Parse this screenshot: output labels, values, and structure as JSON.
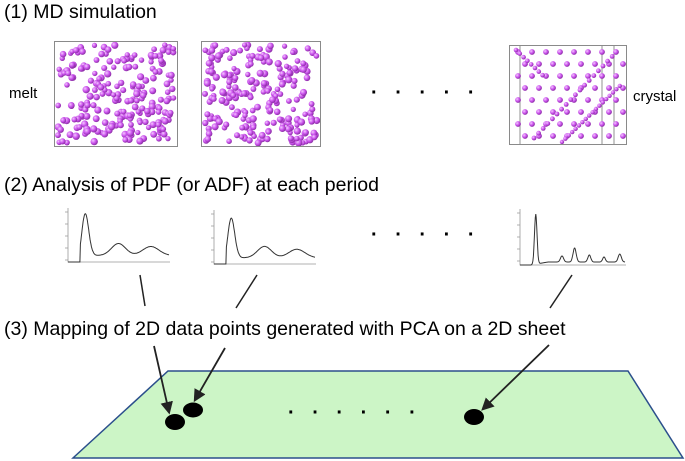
{
  "steps": {
    "s1": "(1) MD simulation",
    "s2": "(2) Analysis of PDF (or ADF) at each period",
    "s3": "(3) Mapping of 2D data points generated with PCA on a 2D sheet"
  },
  "labels": {
    "melt": "melt",
    "crystal": "crystal"
  },
  "ellipsis": {
    "row1": "· · · · ·",
    "row2": "· · · · ·",
    "row3": "· · · · · ·"
  },
  "colors": {
    "atom": "#cc55ee",
    "atom_dark": "#8e2fa8",
    "sheet_fill": "#ccf5c6",
    "sheet_edge": "#2b4f8c",
    "curve": "#333333",
    "arrow": "#222222",
    "point": "#000000"
  }
}
